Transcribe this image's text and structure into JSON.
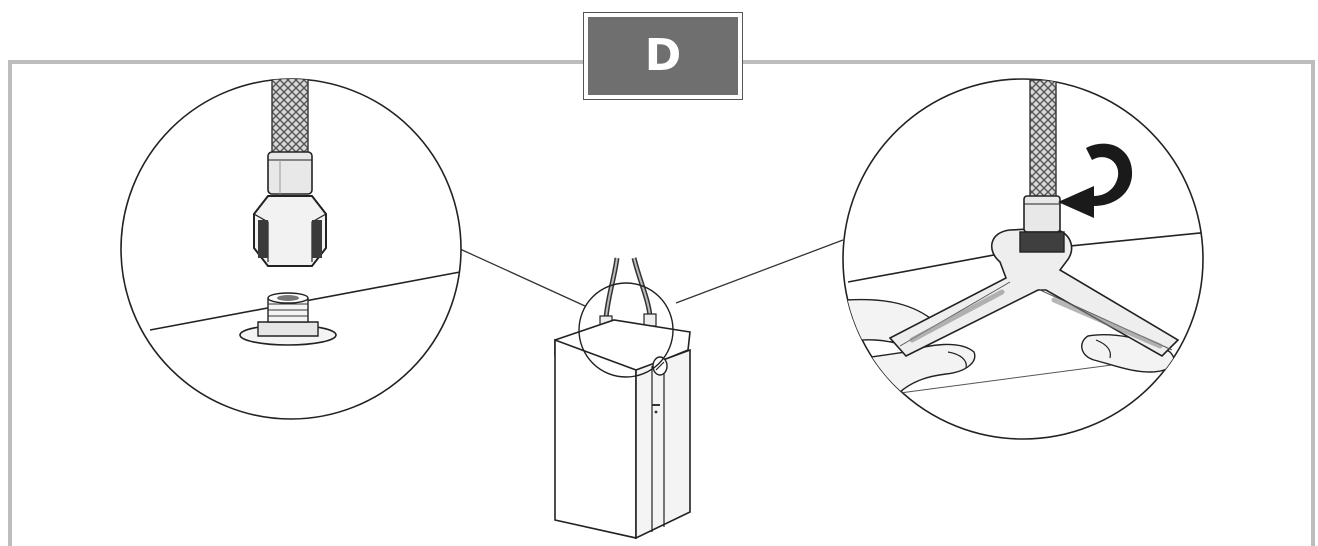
{
  "step": {
    "label": "D"
  },
  "colors": {
    "frame": "#bdbdbd",
    "badge_fill": "#6f6f6f",
    "badge_text": "#ffffff",
    "line": "#1a1a1a",
    "arrow": "#1a1a1a"
  },
  "illustration": {
    "subjects": [
      "water-heater",
      "flex-hose",
      "hose-nut",
      "threaded-inlet",
      "open-end-wrench",
      "rotation-arrow"
    ]
  }
}
